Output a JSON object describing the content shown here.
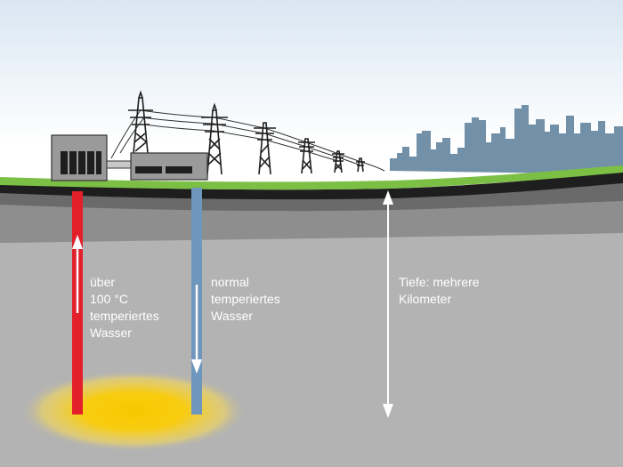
{
  "labels": {
    "hot_water": "über\n100 °C\ntemperiertes\nWasser",
    "cold_water": "normal\ntemperiertes\nWasser",
    "depth": "Tiefe: mehrere\nKilometer"
  },
  "icons": {
    "skyline": "city-skyline-icon",
    "power_plant": "power-plant-icon",
    "pylon": "transmission-pylon-icon"
  },
  "colors": {
    "sky_top": "#dbe7f3",
    "skyline": "#7291a9",
    "grass": "#7cbf45",
    "soil_black": "#1e1e1e",
    "layer_dark": "#6a6a6a",
    "layer_mid": "#8e8e8e",
    "rock": "#b3b3b3",
    "hot_pipe": "#e2202b",
    "cold_pipe": "#6f96bd",
    "heat_zone": "#f7c500",
    "building": "#9a9a9a"
  }
}
